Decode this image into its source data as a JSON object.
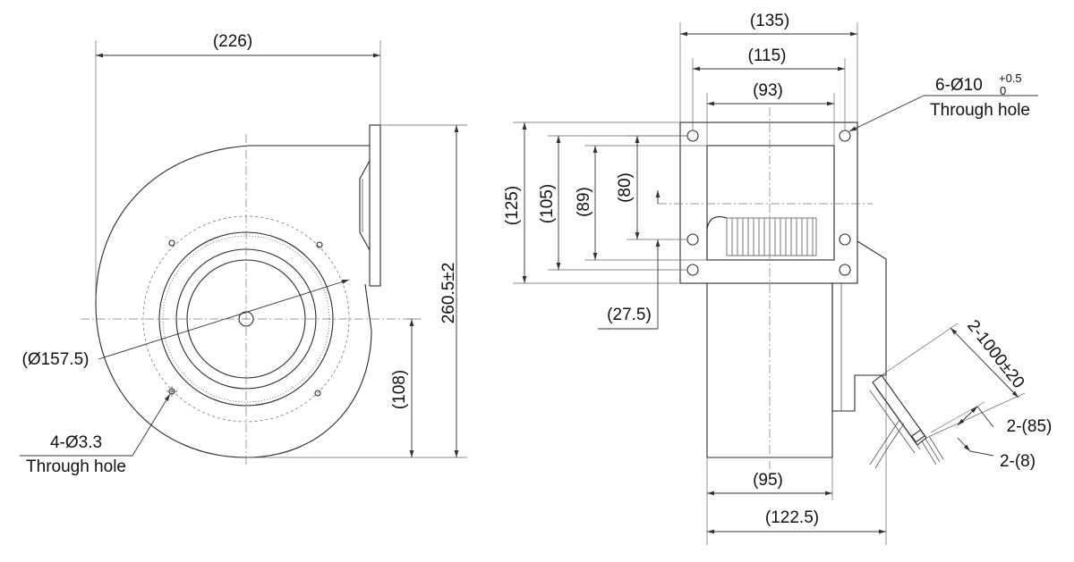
{
  "front_view": {
    "width": "(226)",
    "height": "260.5±2",
    "center_height": "(108)",
    "outlet_diameter": "(Ø157.5)",
    "mount_hole_qty": "4-Ø3.3",
    "mount_hole_note": "Through hole"
  },
  "side_view": {
    "width_outer": "(135)",
    "width_holes": "(115)",
    "width_inner": "(93)",
    "flange_hole_qty": "6-Ø10",
    "flange_hole_tol_upper": "+0.5",
    "flange_hole_tol_lower": "0",
    "flange_hole_note": "Through hole",
    "height_outer": "(125)",
    "height_holes": "(105)",
    "height_opening": "(89)",
    "height_inner": "(80)",
    "offset": "(27.5)",
    "body_width": "(95)",
    "overall_depth": "(122.5)",
    "lead_length": "2-1000±20",
    "lead_strip": "2-(85)",
    "lead_tip": "2-(8)"
  }
}
